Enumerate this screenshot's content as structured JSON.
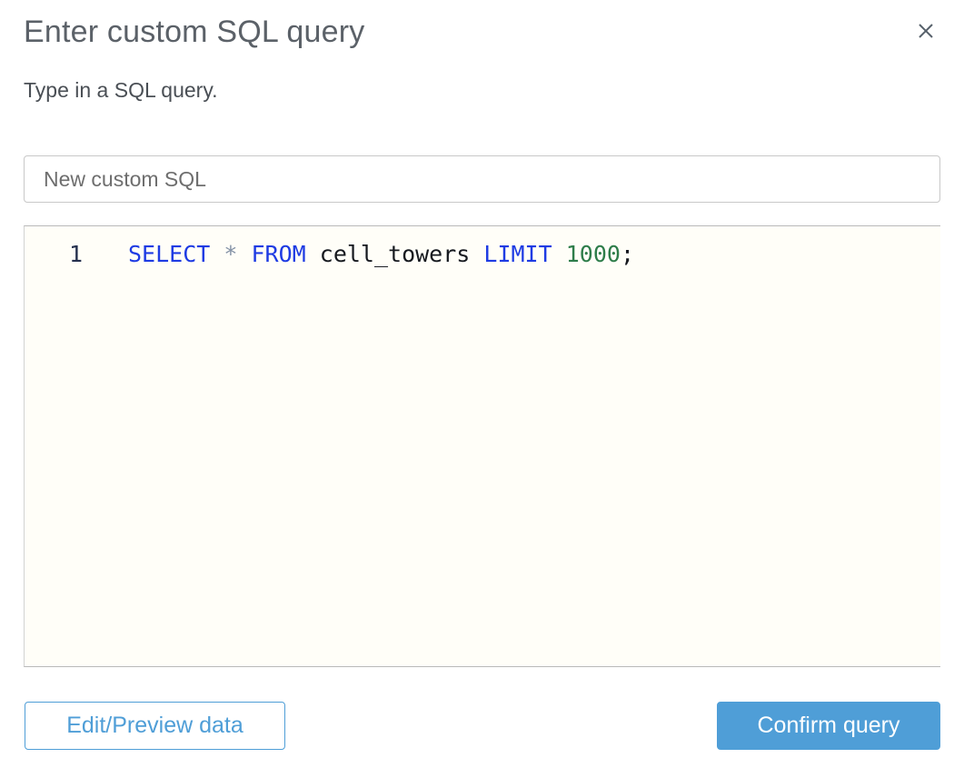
{
  "dialog": {
    "title": "Enter custom SQL query",
    "subtitle": "Type in a SQL query."
  },
  "name_input": {
    "value": "New custom SQL"
  },
  "editor": {
    "language": "sql",
    "lines": [
      {
        "number": "1",
        "tokens": [
          {
            "type": "keyword",
            "text": "SELECT"
          },
          {
            "type": "plain",
            "text": " "
          },
          {
            "type": "operator",
            "text": "*"
          },
          {
            "type": "plain",
            "text": " "
          },
          {
            "type": "keyword",
            "text": "FROM"
          },
          {
            "type": "plain",
            "text": " cell_towers "
          },
          {
            "type": "keyword",
            "text": "LIMIT"
          },
          {
            "type": "plain",
            "text": " "
          },
          {
            "type": "number",
            "text": "1000"
          },
          {
            "type": "plain",
            "text": ";"
          }
        ]
      }
    ],
    "full_query": "SELECT * FROM cell_towers LIMIT 1000;"
  },
  "buttons": {
    "edit_preview": "Edit/Preview data",
    "confirm": "Confirm query"
  },
  "icons": {
    "close": "close-icon"
  },
  "colors": {
    "accent_blue": "#4f9ed7",
    "keyword_blue": "#1e3be3",
    "number_green": "#2e7d4a",
    "operator_gray": "#8492a6",
    "editor_background": "#fffef8",
    "title_gray": "#5b6168"
  }
}
